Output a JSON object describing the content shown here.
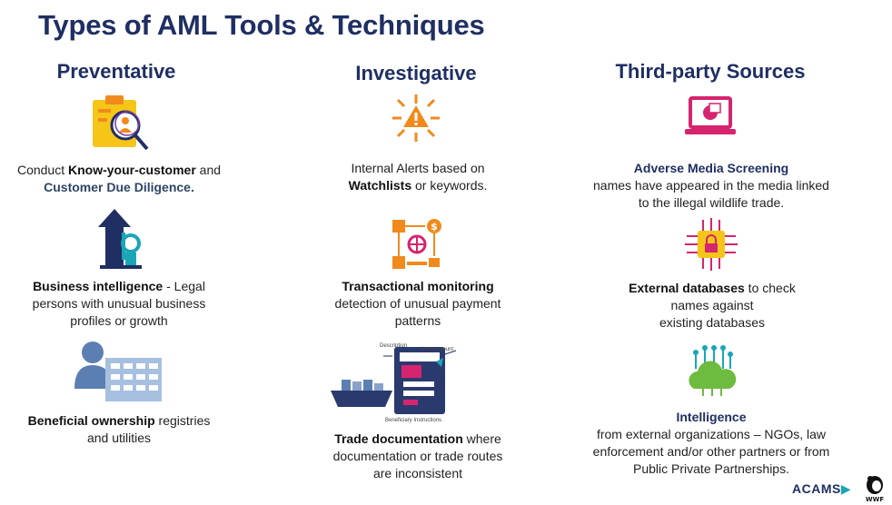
{
  "title": "Types of AML Tools & Techniques",
  "columns": {
    "preventative": {
      "heading": "Preventative",
      "item1": {
        "pre": "Conduct ",
        "bold1": "Know-your-customer",
        "mid": " and",
        "bold2": "Customer Due Diligence",
        "post": "."
      },
      "item2": {
        "bold": "Business intelligence",
        "text1": " - Legal",
        "text2": "persons with unusual business",
        "text3": "profiles or growth"
      },
      "item3": {
        "bold": "Beneficial ownership",
        "text1": " registries",
        "text2": "and utilities"
      }
    },
    "investigative": {
      "heading": "Investigative",
      "item1": {
        "text1": "Internal Alerts based on",
        "bold": "Watchlists",
        "text2": " or keywords."
      },
      "item2": {
        "bold": "Transactional monitoring",
        "text1": "detection of unusual payment",
        "text2": "patterns"
      },
      "item3": {
        "bold": "Trade documentation",
        "text1": " where",
        "text2": "documentation or trade routes",
        "text3": "are inconsistent"
      },
      "doc_labels": {
        "description": "Description",
        "loan_amount": "Loan amount",
        "beneficiary": "Beneficiary Instructions"
      }
    },
    "third_party": {
      "heading": "Third-party Sources",
      "item1": {
        "bold": "Adverse Media Screening",
        "text1": "names have appeared in the media linked",
        "text2": "to the illegal wildlife trade."
      },
      "item2": {
        "bold": "External databases",
        "text1": " to check",
        "text2": "names against",
        "text3": "existing databases"
      },
      "item3": {
        "bold": "Intelligence",
        "text1": "from external organizations – NGOs, law",
        "text2": "enforcement and/or other partners or from",
        "text3": "Public Private Partnerships."
      }
    }
  },
  "footer": {
    "acams": "ACAMS",
    "wwf": "WWF"
  },
  "colors": {
    "navy": "#1f2f63",
    "gold": "#f5c518",
    "orange": "#f08a1c",
    "magenta": "#d6246e",
    "green": "#6dbb3f",
    "teal": "#1aa6b7",
    "steel": "#5b7fb3"
  }
}
